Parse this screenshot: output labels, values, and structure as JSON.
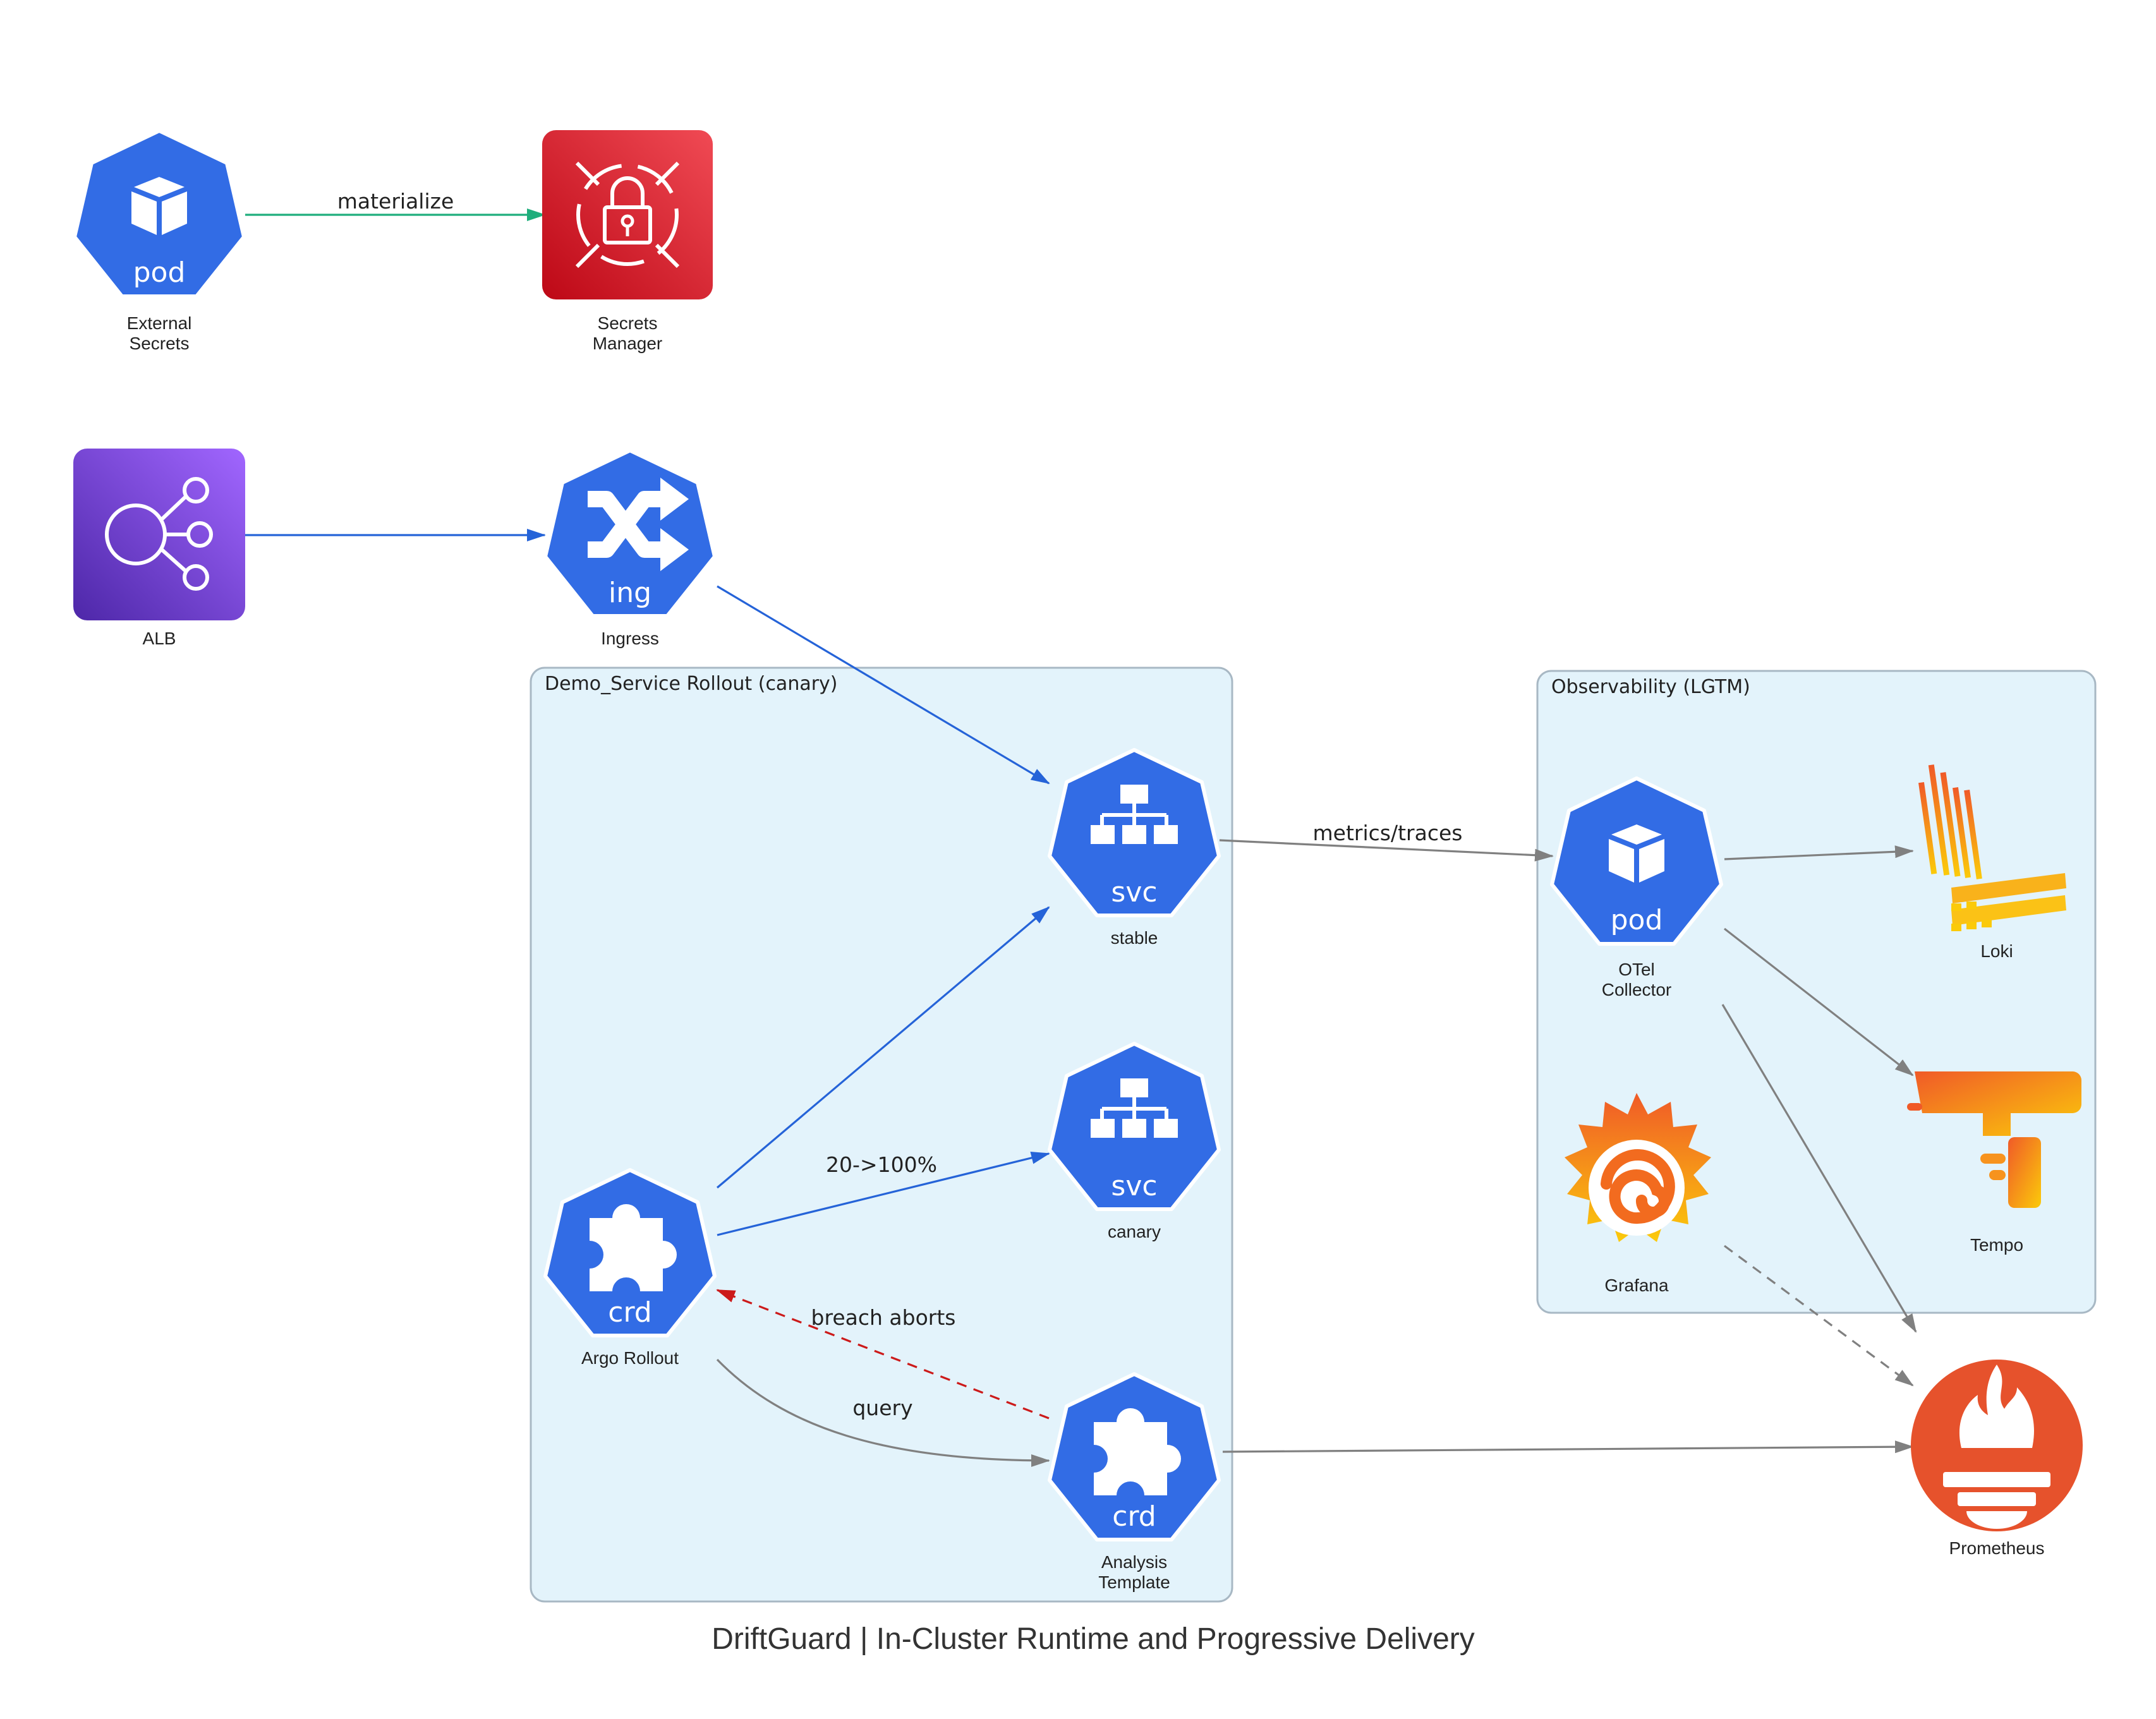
{
  "title": "DriftGuard | In-Cluster Runtime and Progressive Delivery",
  "clusters": {
    "rollout": "Demo_Service Rollout (canary)",
    "observability": "Observability (LGTM)"
  },
  "nodes": {
    "external_secrets": {
      "line1": "External",
      "line2": "Secrets",
      "badge": "pod"
    },
    "secrets_manager": {
      "line1": "Secrets",
      "line2": "Manager"
    },
    "alb": {
      "label": "ALB"
    },
    "ingress": {
      "label": "Ingress",
      "badge": "ing"
    },
    "stable": {
      "label": "stable",
      "badge": "svc"
    },
    "canary": {
      "label": "canary",
      "badge": "svc"
    },
    "argo_rollout": {
      "label": "Argo Rollout",
      "badge": "crd"
    },
    "analysis_template": {
      "line1": "Analysis",
      "line2": "Template",
      "badge": "crd"
    },
    "otel_collector": {
      "line1": "OTel",
      "line2": "Collector",
      "badge": "pod"
    },
    "loki": {
      "label": "Loki"
    },
    "tempo": {
      "label": "Tempo"
    },
    "grafana": {
      "label": "Grafana"
    },
    "prometheus": {
      "label": "Prometheus"
    }
  },
  "edges": {
    "materialize": "materialize",
    "metrics_traces": "metrics/traces",
    "canary_weight": "20->100%",
    "breach_aborts": "breach aborts",
    "query": "query"
  },
  "colors": {
    "k8s_blue": "#326ce5",
    "aws_red": "#d6232b",
    "aws_purple": "#7b3fd0",
    "cluster_fill": "#e3f3fb",
    "cluster_stroke": "#a8b8c4",
    "edge_blue": "#2563d8",
    "edge_green": "#1fae7c",
    "edge_gray": "#808080",
    "edge_red": "#cc1a1a",
    "prometheus": "#e6522c"
  }
}
